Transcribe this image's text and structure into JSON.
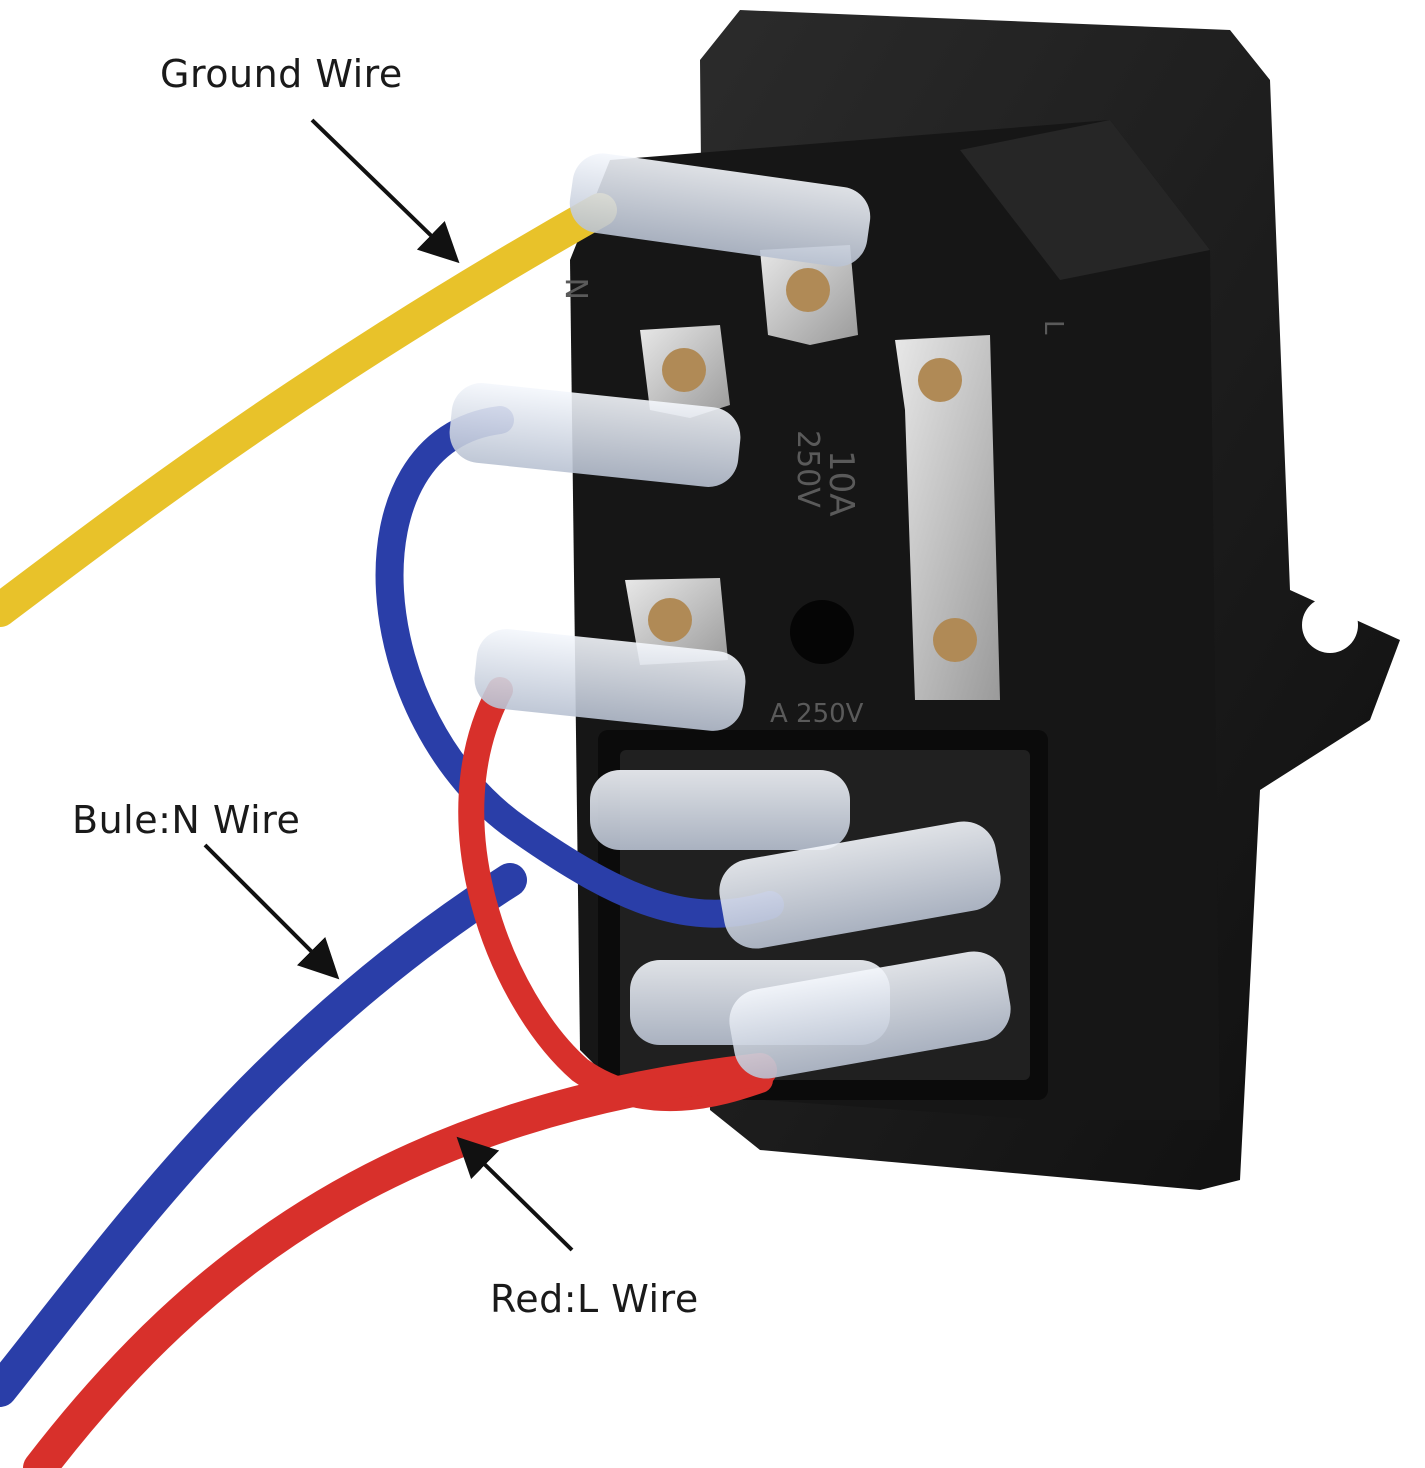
{
  "labels": {
    "ground": "Ground Wire",
    "neutral": "Bule:N Wire",
    "live": "Red:L Wire"
  },
  "socket_markings": {
    "rating": "10A",
    "voltage": "250V",
    "fuse_rating": "A 250V",
    "terminal_n": "N",
    "terminal_l": "L"
  },
  "colors": {
    "ground_wire": "#e8c22a",
    "neutral_wire": "#2a3ea8",
    "live_wire": "#d8302b",
    "housing": "#1b1b1b",
    "metal": "#c9c9c9",
    "sleeve": "#e6ecf5"
  }
}
